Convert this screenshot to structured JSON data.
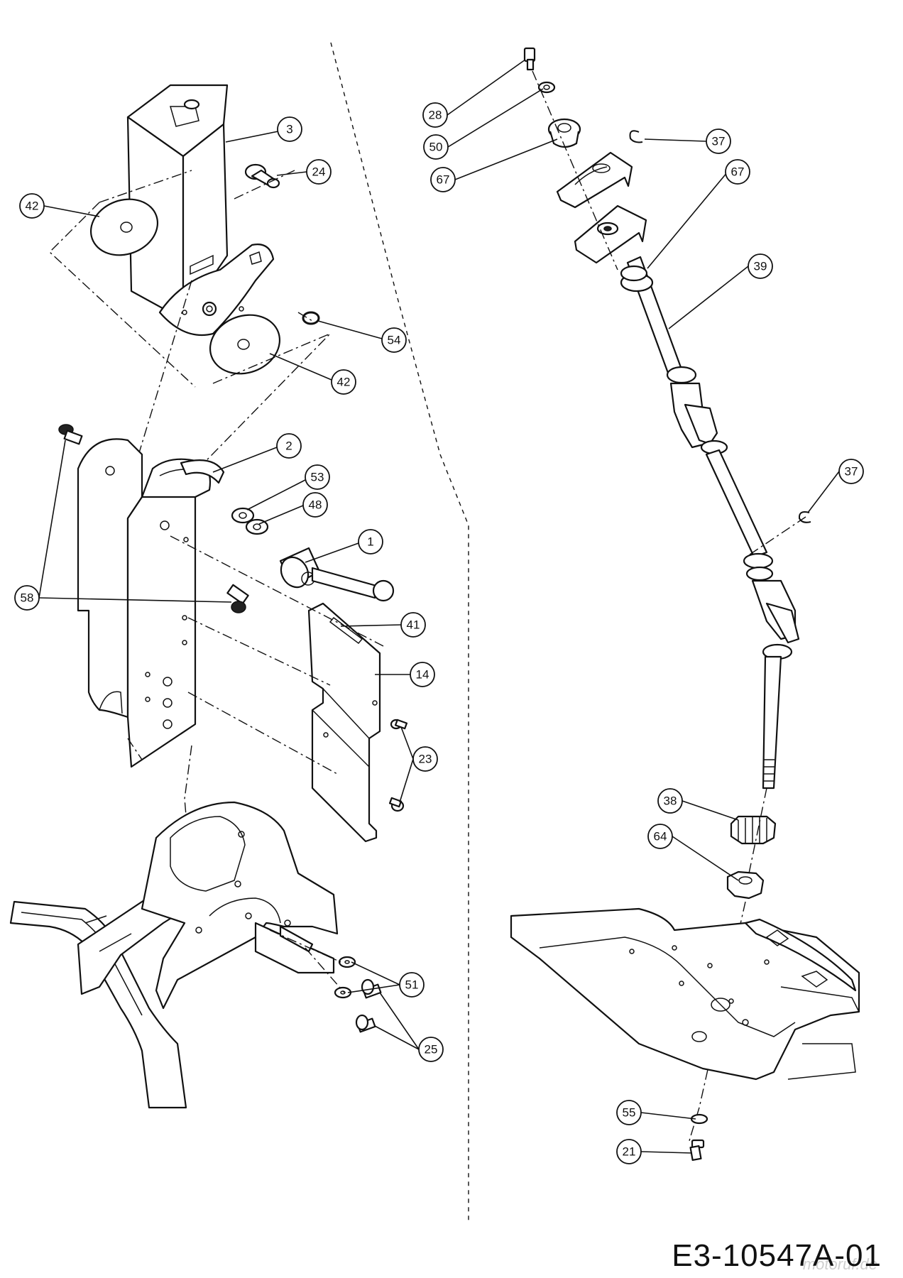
{
  "drawing": {
    "reference_code": "E3-10547A-01",
    "watermark": "motoruf.de"
  },
  "callouts": [
    {
      "id": "c-3",
      "label": "3"
    },
    {
      "id": "c-24",
      "label": "24"
    },
    {
      "id": "c-42a",
      "label": "42"
    },
    {
      "id": "c-42b",
      "label": "42"
    },
    {
      "id": "c-54",
      "label": "54"
    },
    {
      "id": "c-2",
      "label": "2"
    },
    {
      "id": "c-53",
      "label": "53"
    },
    {
      "id": "c-48",
      "label": "48"
    },
    {
      "id": "c-1",
      "label": "1"
    },
    {
      "id": "c-58",
      "label": "58"
    },
    {
      "id": "c-41",
      "label": "41"
    },
    {
      "id": "c-14",
      "label": "14"
    },
    {
      "id": "c-23",
      "label": "23"
    },
    {
      "id": "c-51",
      "label": "51"
    },
    {
      "id": "c-25",
      "label": "25"
    },
    {
      "id": "c-28",
      "label": "28"
    },
    {
      "id": "c-50",
      "label": "50"
    },
    {
      "id": "c-67a",
      "label": "67"
    },
    {
      "id": "c-37a",
      "label": "37"
    },
    {
      "id": "c-67b",
      "label": "67"
    },
    {
      "id": "c-39",
      "label": "39"
    },
    {
      "id": "c-37b",
      "label": "37"
    },
    {
      "id": "c-38",
      "label": "38"
    },
    {
      "id": "c-64",
      "label": "64"
    },
    {
      "id": "c-55",
      "label": "55"
    },
    {
      "id": "c-21",
      "label": "21"
    }
  ]
}
